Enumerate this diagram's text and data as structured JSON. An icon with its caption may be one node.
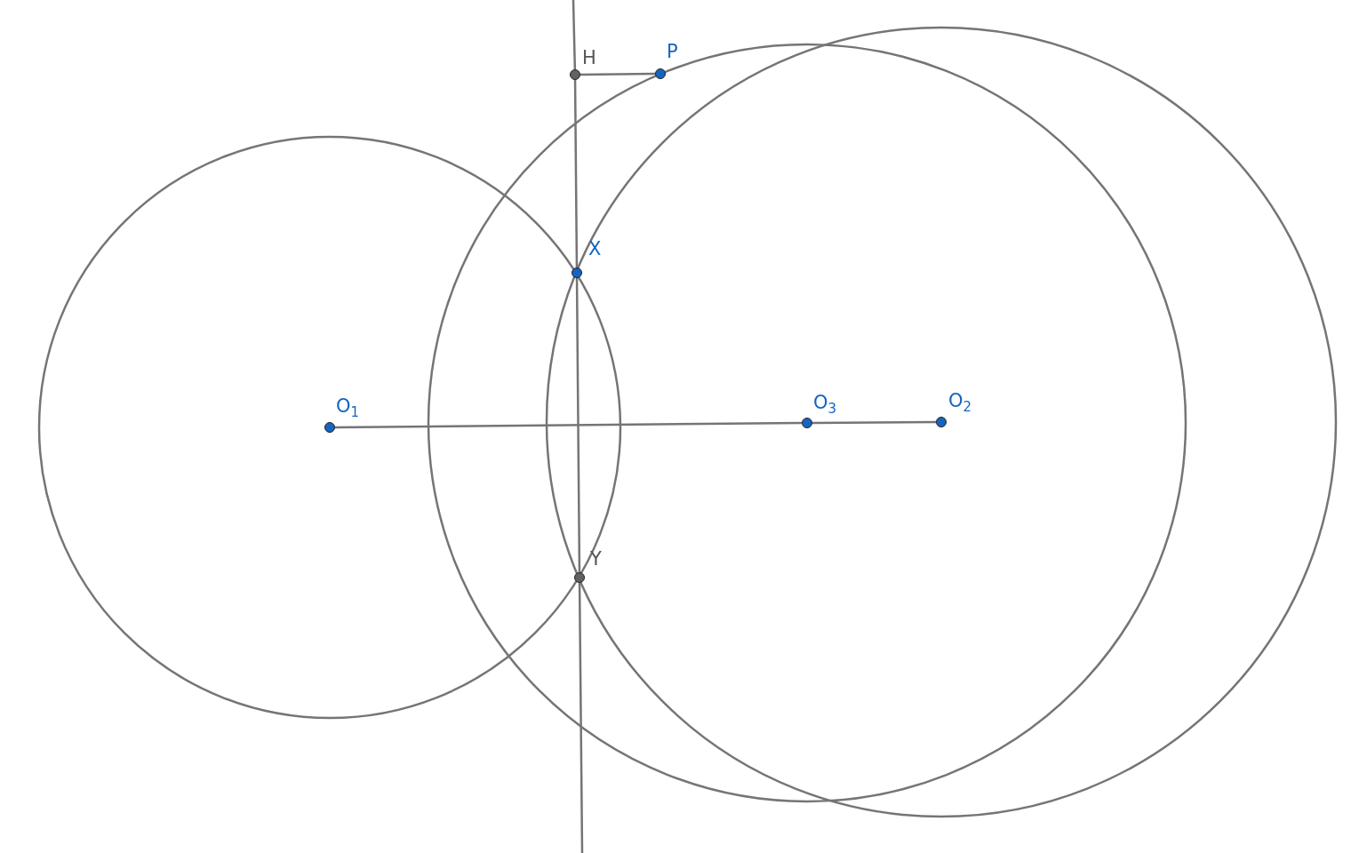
{
  "diagram": {
    "nodes": [
      {
        "text": [],
        "shape": "circle",
        "beside": [
          "H"
        ]
      },
      {
        "text": [],
        "shape": "circle",
        "beside": [
          "P"
        ]
      },
      {
        "text": [],
        "shape": "circle",
        "beside": [
          "X"
        ]
      },
      {
        "text": [],
        "shape": "circle",
        "beside": [
          "O$_{1}$"
        ]
      },
      {
        "text": [],
        "shape": "circle",
        "beside": [
          "O$_{3}$"
        ]
      },
      {
        "text": [],
        "shape": "circle",
        "beside": [
          "O$_{2}$"
        ]
      },
      {
        "text": [],
        "shape": "circle",
        "beside": [
          "Y"
        ]
      }
    ],
    "edges": [
      {
        "from": 0,
        "to": 1,
        "arrow": "none"
      },
      {
        "from": null,
        "to": 0,
        "arrow": "none"
      },
      {
        "from": 0,
        "to": 2,
        "arrow": "none"
      },
      {
        "from": 2,
        "to": 6,
        "arrow": "none"
      },
      {
        "from": 6,
        "to": null,
        "arrow": "none"
      },
      {
        "from": 3,
        "to": 4,
        "arrow": "none"
      },
      {
        "from": 4,
        "to": 5,
        "arrow": "none"
      }
    ]
  }
}
